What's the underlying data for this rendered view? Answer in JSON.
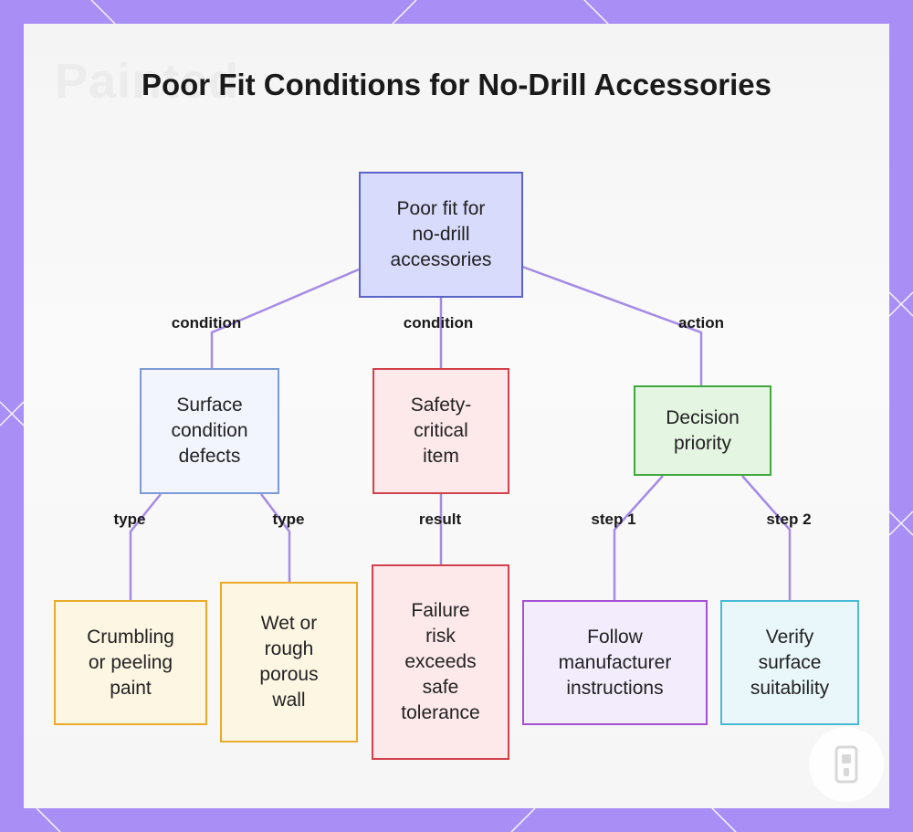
{
  "title": "Poor Fit Conditions for No-Drill Accessories",
  "watermark": "Painted",
  "nodes": {
    "root": "Poor fit for\nno-drill\naccessories",
    "surface": "Surface\ncondition\ndefects",
    "safety": "Safety-\ncritical\nitem",
    "decision": "Decision\npriority",
    "crumbling": "Crumbling\nor peeling\npaint",
    "wet": "Wet or\nrough\nporous\nwall",
    "failure": "Failure\nrisk\nexceeds\nsafe\ntolerance",
    "follow": "Follow\nmanufacturer\ninstructions",
    "verify": "Verify\nsurface\nsuitability"
  },
  "edge_labels": {
    "root_surface": "condition",
    "root_safety": "condition",
    "root_decision": "action",
    "surface_crumbling": "type",
    "surface_wet": "type",
    "safety_failure": "result",
    "decision_follow": "step 1",
    "decision_verify": "step 2"
  },
  "colors": {
    "background": "#a98ff5",
    "edge": "#a58ae6",
    "root": "#5b63c8",
    "surface": "#7c9ad4",
    "safety": "#d0414b",
    "decision": "#41a83e",
    "crumbling": "#eaaa2a",
    "wet": "#eaaa2a",
    "failure": "#d0414b",
    "follow": "#a64fd2",
    "verify": "#49bad6"
  }
}
